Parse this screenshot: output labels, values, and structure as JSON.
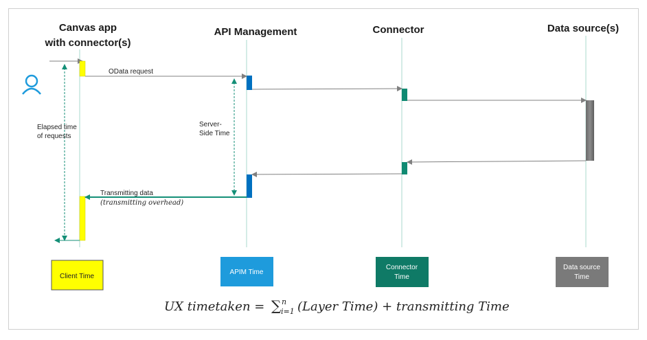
{
  "lanes": {
    "canvas_line1": "Canvas app",
    "canvas_line2": "with connector(s)",
    "apim": "API Management",
    "connector": "Connector",
    "datasource": "Data source(s)"
  },
  "messages": {
    "odata": "OData request",
    "transmit_line1": "Transmitting data",
    "transmit_line2": "(transmitting overhead)"
  },
  "annotations": {
    "elapsed_line1": "Elapsed time",
    "elapsed_line2": "of requests",
    "server_line1": "Server-",
    "server_line2": "Side Time"
  },
  "legend": {
    "client": "Client Time",
    "apim": "APIM Time",
    "connector_line1": "Connector",
    "connector_line2": "Time",
    "datasource_line1": "Data source",
    "datasource_line2": "Time"
  },
  "formula": {
    "lhs": "UX timetaken = ",
    "sum": "∑",
    "sub": "i=1",
    "sup": "n",
    "rhs": "(Layer Time) +  transmitting Time"
  },
  "colors": {
    "client": "#ffff00",
    "apim": "#0070c0",
    "apim_legend": "#1e9bdc",
    "connector": "#0f8a72",
    "datasource": "#7a7a7a",
    "arrow": "#808080",
    "teal": "#148f77",
    "user": "#1e9bdc"
  }
}
